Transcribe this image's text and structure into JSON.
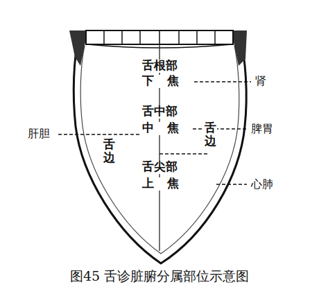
{
  "diagram": {
    "caption": "图45 舌诊脏腑分属部位示意图",
    "labels": [
      "舌根部",
      "下焦",
      "舌中部",
      "中焦",
      "舌尖部",
      "上焦",
      "舌边",
      "舌边",
      "肾",
      "脾胃",
      "肝胆",
      "心肺"
    ]
  }
}
